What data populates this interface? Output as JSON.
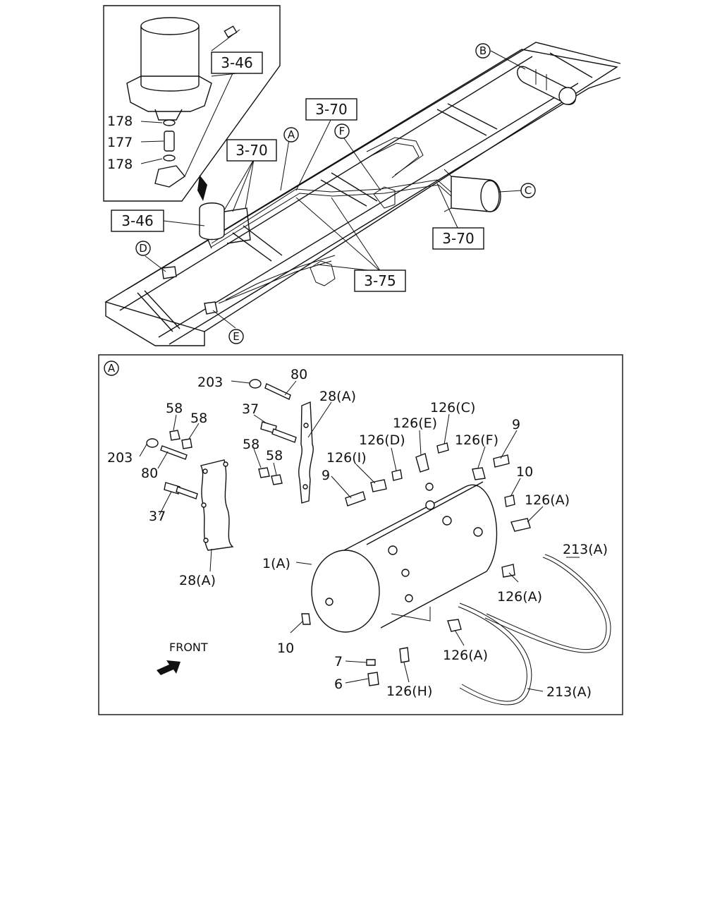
{
  "overview": {
    "refs": {
      "r346_top": "3-46",
      "r346_left": "3-46",
      "r370_a": "3-70",
      "r370_b": "3-70",
      "r370_c": "3-70",
      "r375": "3-75"
    },
    "circles": {
      "A": "A",
      "B": "B",
      "C": "C",
      "D": "D",
      "E": "E",
      "F": "F"
    },
    "inset_parts": {
      "p178_top": "178",
      "p177": "177",
      "p178_bot": "178"
    }
  },
  "detail": {
    "circle": "A",
    "front_label": "FRONT",
    "parts": {
      "p203_top": "203",
      "p80_top": "80",
      "p28A_top": "28(A)",
      "p37_top": "37",
      "p58_a": "58",
      "p58_b": "58",
      "p203_left": "203",
      "p80_left": "80",
      "p37_left": "37",
      "p58_c": "58",
      "p58_d": "58",
      "p28A_bottom": "28(A)",
      "p126C": "126(C)",
      "p126E": "126(E)",
      "p126D": "126(D)",
      "p126F": "126(F)",
      "p9_right": "9",
      "p126I": "126(I)",
      "p9_left": "9",
      "p10_right": "10",
      "p126A_1": "126(A)",
      "p213A_1": "213(A)",
      "p1A": "1(A)",
      "p126A_2": "126(A)",
      "p10_bottom": "10",
      "p126A_3": "126(A)",
      "p7": "7",
      "p6": "6",
      "p126H": "126(H)",
      "p213A_2": "213(A)"
    }
  }
}
